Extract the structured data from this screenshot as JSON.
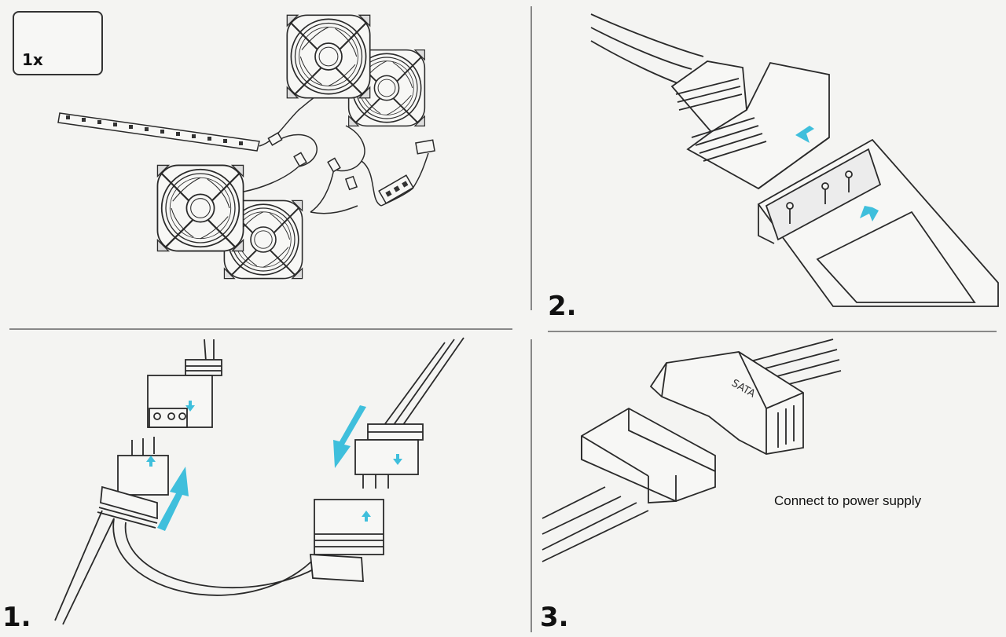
{
  "kit_box": {
    "quantity_label": "1x"
  },
  "steps": [
    {
      "number": "1."
    },
    {
      "number": "2."
    },
    {
      "number": "3."
    }
  ],
  "sata": {
    "connector_text": "SATA",
    "caption": "Connect to power supply"
  },
  "colors": {
    "arrow": "#3fbfdc",
    "line": "#2a2a2a",
    "divider": "#888888",
    "background": "#f4f4f2"
  }
}
